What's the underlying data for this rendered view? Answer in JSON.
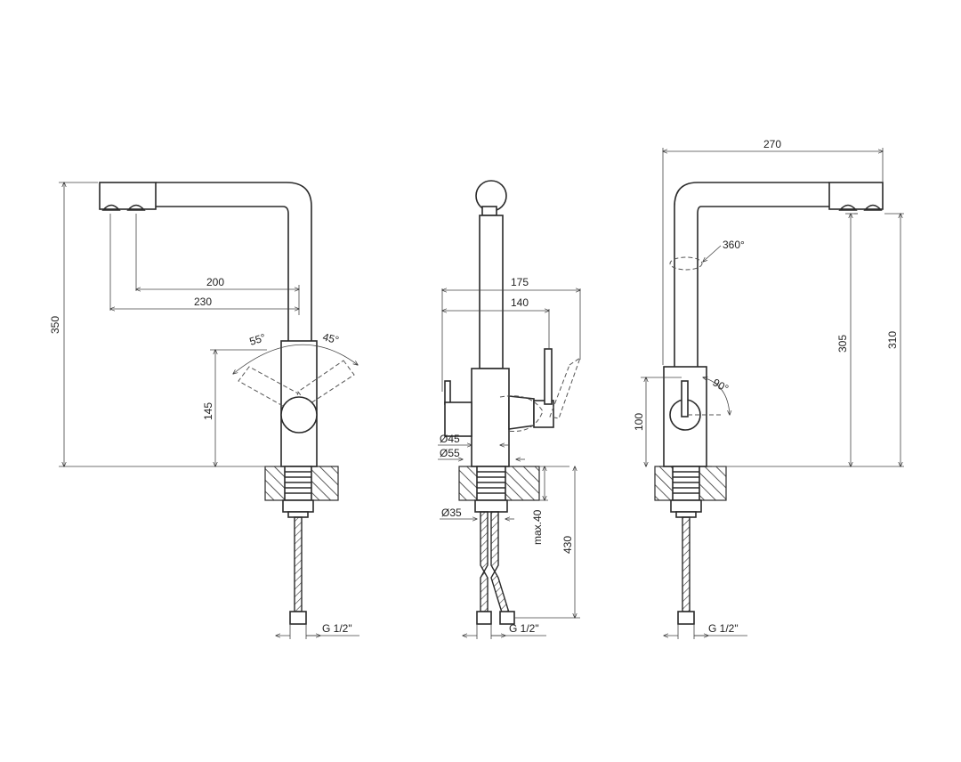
{
  "front_view": {
    "dim_height": "350",
    "dim_reach_inner": "200",
    "dim_reach_outer": "230",
    "dim_lever_height": "145",
    "angle_left": "55°",
    "angle_right": "45°",
    "thread": "G 1/2\""
  },
  "side_view": {
    "dim_width_outer": "175",
    "dim_width_inner": "140",
    "dia_body": "Ø45",
    "dia_base": "Ø55",
    "dia_shank": "Ø35",
    "max_thickness": "max.40",
    "dim_hose": "430",
    "thread": "G 1/2\""
  },
  "rear_view": {
    "dim_width": "270",
    "rotation": "360°",
    "dim_height_inner": "305",
    "dim_height_outer": "310",
    "dim_body_height": "100",
    "angle_lever": "90°",
    "thread": "G 1/2\""
  }
}
